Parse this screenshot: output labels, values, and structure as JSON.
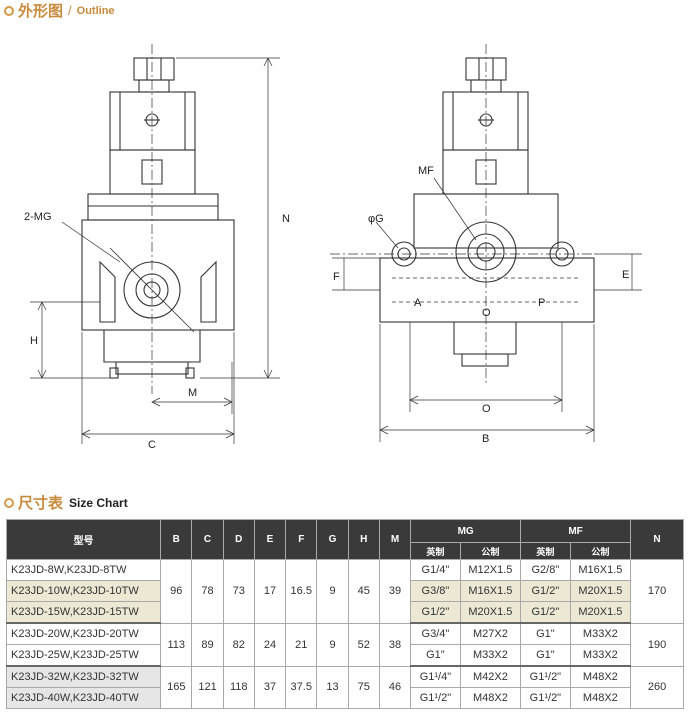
{
  "outline_section": {
    "title_cn": "外形图",
    "separator": "/",
    "title_en": "Outline"
  },
  "size_section": {
    "title_cn": "尺寸表",
    "title_en": "Size Chart"
  },
  "drawing_labels": {
    "front": {
      "mg": "2-MG",
      "n": "N",
      "h": "H",
      "m": "M",
      "c": "C"
    },
    "side": {
      "mf": "MF",
      "g": "φG",
      "f": "F",
      "e": "E",
      "a": "A",
      "o_port": "O",
      "p": "P",
      "o_dim": "O",
      "b": "B"
    }
  },
  "table": {
    "headers": {
      "model": "型号",
      "b": "B",
      "c": "C",
      "d": "D",
      "e": "E",
      "f": "F",
      "g": "G",
      "h": "H",
      "m": "M",
      "mg": "MG",
      "mf": "MF",
      "n": "N",
      "inch": "英制",
      "metric": "公制"
    },
    "rows": [
      {
        "model": "K23JD-8W,K23JD-8TW",
        "mg_inch": "G1/4\"",
        "mg_metric": "M12X1.5",
        "mf_inch": "G2/8\"",
        "mf_metric": "M16X1.5"
      },
      {
        "model": "K23JD-10W,K23JD-10TW",
        "mg_inch": "G3/8\"",
        "mg_metric": "M16X1.5",
        "mf_inch": "G1/2\"",
        "mf_metric": "M20X1.5"
      },
      {
        "model": "K23JD-15W,K23JD-15TW",
        "mg_inch": "G1/2\"",
        "mg_metric": "M20X1.5",
        "mf_inch": "G1/2\"",
        "mf_metric": "M20X1.5"
      },
      {
        "model": "K23JD-20W,K23JD-20TW",
        "mg_inch": "G3/4\"",
        "mg_metric": "M27X2",
        "mf_inch": "G1\"",
        "mf_metric": "M33X2"
      },
      {
        "model": "K23JD-25W,K23JD-25TW",
        "mg_inch": "G1\"",
        "mg_metric": "M33X2",
        "mf_inch": "G1\"",
        "mf_metric": "M33X2"
      },
      {
        "model": "K23JD-32W,K23JD-32TW",
        "mg_inch": "G1¹/4\"",
        "mg_metric": "M42X2",
        "mf_inch": "G1¹/2\"",
        "mf_metric": "M48X2"
      },
      {
        "model": "K23JD-40W,K23JD-40TW",
        "mg_inch": "G1¹/2\"",
        "mg_metric": "M48X2",
        "mf_inch": "G1¹/2\"",
        "mf_metric": "M48X2"
      }
    ],
    "groups": [
      {
        "b": "96",
        "c": "78",
        "d": "73",
        "e": "17",
        "f": "16.5",
        "g": "9",
        "h": "45",
        "m": "39",
        "n": "170"
      },
      {
        "b": "113",
        "c": "89",
        "d": "82",
        "e": "24",
        "f": "21",
        "g": "9",
        "h": "52",
        "m": "38",
        "n": "190"
      },
      {
        "b": "165",
        "c": "121",
        "d": "118",
        "e": "37",
        "f": "37.5",
        "g": "13",
        "h": "75",
        "m": "46",
        "n": "260"
      }
    ]
  }
}
